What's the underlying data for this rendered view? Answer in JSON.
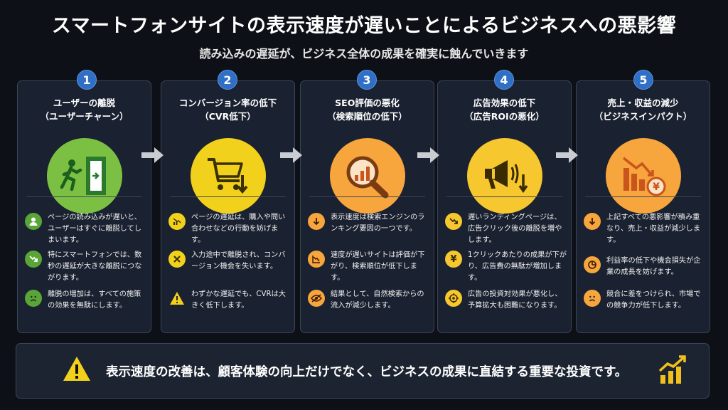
{
  "title": "スマートフォンサイトの表示速度が遅いことによるビジネスへの悪影響",
  "subtitle": "読み込みの遅延が、ビジネス全体の成果を確実に蝕んでいきます",
  "cards": [
    {
      "number": "1",
      "title_line1": "ユーザーの離脱",
      "title_line2": "（ユーザーチャーン）",
      "items": [
        "ページの読み込みが遅いと、ユーザーはすぐに離脱してしまいます。",
        "特にスマートフォンでは、数秒の遅延が大きな離脱につながります。",
        "離脱の増加は、すべての施策の効果を無駄にします。"
      ]
    },
    {
      "number": "2",
      "title_line1": "コンバージョン率の低下",
      "title_line2": "（CVR低下）",
      "items": [
        "ページの遅延は、購入や問い合わせなどの行動を妨げます。",
        "入力途中で離脱され、コンバージョン機会を失います。",
        "わずかな遅延でも、CVRは大きく低下します。"
      ]
    },
    {
      "number": "3",
      "title_line1": "SEO評価の悪化",
      "title_line2": "（検索順位の低下）",
      "items": [
        "表示速度は検索エンジンのランキング要因の一つです。",
        "速度が遅いサイトは評価が下がり、検索順位が低下します。",
        "結果として、自然検索からの流入が減少します。"
      ]
    },
    {
      "number": "4",
      "title_line1": "広告効果の低下",
      "title_line2": "（広告ROIの悪化）",
      "items": [
        "遅いランディングページは、広告クリック後の離脱を増やします。",
        "1クリックあたりの成果が下がり、広告費の無駄が増加します。",
        "広告の投資対効果が悪化し、予算拡大も困難になります。"
      ]
    },
    {
      "number": "5",
      "title_line1": "売上・収益の減少",
      "title_line2": "（ビジネスインパクト）",
      "items": [
        "上記すべての悪影響が積み重なり、売上・収益が減少します。",
        "利益率の低下や機会損失が企業の成長を妨げます。",
        "競合に差をつけられ、市場での競争力が低下します。"
      ]
    }
  ],
  "bottom_message": "表示速度の改善は、顧客体験の向上だけでなく、ビジネスの成果に直結する重要な投資です。",
  "colors": {
    "background": "#0d1117",
    "card": "#1a2130",
    "badge": "#2f6fc6",
    "green": "#7bc043",
    "yellow": "#f2d11d",
    "orange": "#f7a53d",
    "gold": "#f6c72e"
  }
}
